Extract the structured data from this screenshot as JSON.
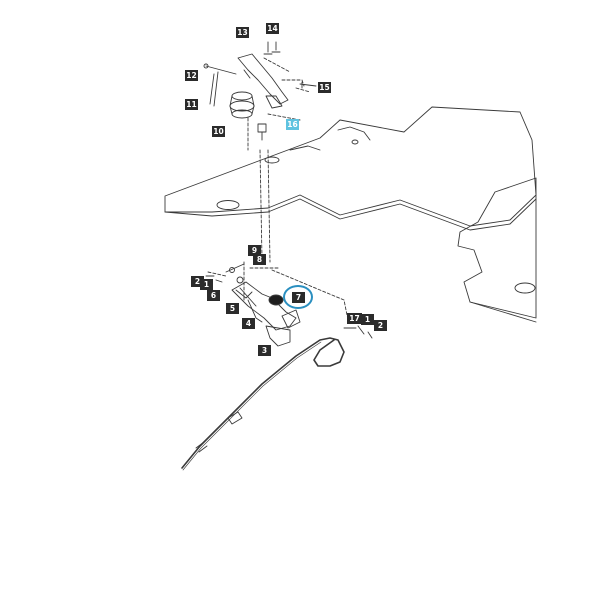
{
  "callouts": [
    {
      "id": "c13",
      "label": "13"
    },
    {
      "id": "c14",
      "label": "14"
    },
    {
      "id": "c12",
      "label": "12"
    },
    {
      "id": "c15",
      "label": "15"
    },
    {
      "id": "c11",
      "label": "11"
    },
    {
      "id": "c10",
      "label": "10"
    },
    {
      "id": "c16",
      "label": "16"
    },
    {
      "id": "c9",
      "label": "9"
    },
    {
      "id": "c8",
      "label": "8"
    },
    {
      "id": "c2a",
      "label": "2"
    },
    {
      "id": "c1a",
      "label": "1"
    },
    {
      "id": "c6",
      "label": "6"
    },
    {
      "id": "c7",
      "label": "7"
    },
    {
      "id": "c5",
      "label": "5"
    },
    {
      "id": "c4",
      "label": "4"
    },
    {
      "id": "c17",
      "label": "17"
    },
    {
      "id": "c1b",
      "label": "1"
    },
    {
      "id": "c2b",
      "label": "2"
    },
    {
      "id": "c3",
      "label": "3"
    }
  ],
  "colors": {
    "line": "#3a3a3a",
    "callout_bg": "#2b2b2b",
    "highlight_callout": "#5fc3e0",
    "highlight_ring": "#2a8fc0"
  }
}
